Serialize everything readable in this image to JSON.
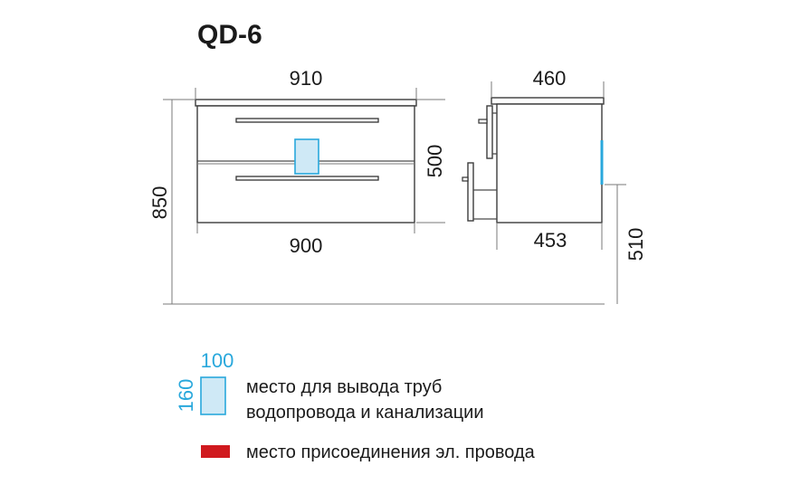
{
  "title": "QD-6",
  "dimensions": {
    "top_width": "910",
    "bottom_width": "900",
    "total_height": "850",
    "cabinet_height": "500",
    "top_depth": "460",
    "bottom_depth": "453",
    "floor_to_bottom": "510"
  },
  "legend": {
    "pipe_width": "100",
    "pipe_height": "160",
    "pipe_line1": "место для вывода труб",
    "pipe_line2": "водопровода и канализации",
    "electric": "место присоединения эл. провода"
  },
  "colors": {
    "pipe_zone_fill": "#cfe9f6",
    "pipe_zone_stroke": "#29a8dc",
    "electric": "#d0191e",
    "dimension_blue": "#29a8dc"
  }
}
